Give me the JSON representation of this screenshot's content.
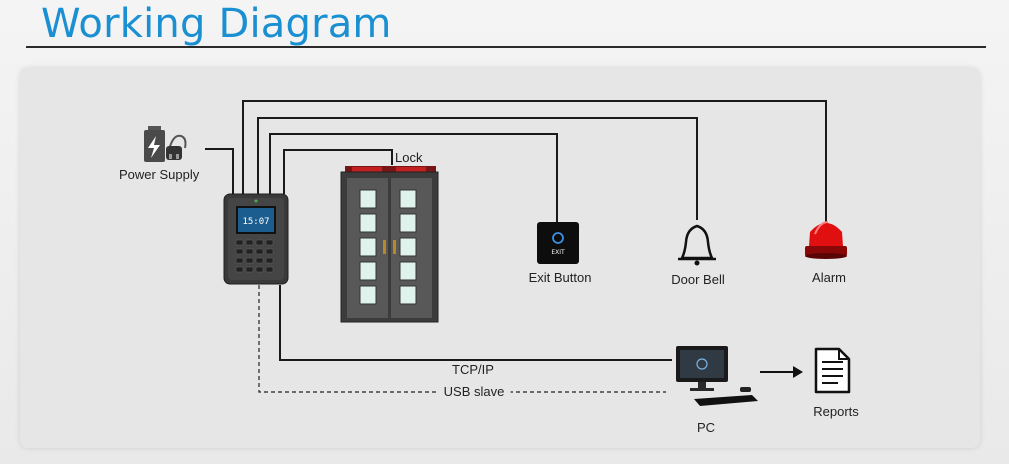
{
  "header": {
    "title": "Working Diagram"
  },
  "components": {
    "power_supply": "Power Supply",
    "lock": "Lock",
    "exit_button": "Exit Button",
    "exit_button_text": "EXIT",
    "door_bell": "Door Bell",
    "alarm": "Alarm",
    "pc": "PC",
    "reports": "Reports",
    "terminal_time": "15:07"
  },
  "connections": {
    "tcp_ip": "TCP/IP",
    "usb_slave": "USB slave"
  },
  "colors": {
    "title": "#1a8fd1",
    "wire": "#1a1a1a",
    "alarm": "#e01010",
    "exit_led": "#3a8fe0"
  }
}
